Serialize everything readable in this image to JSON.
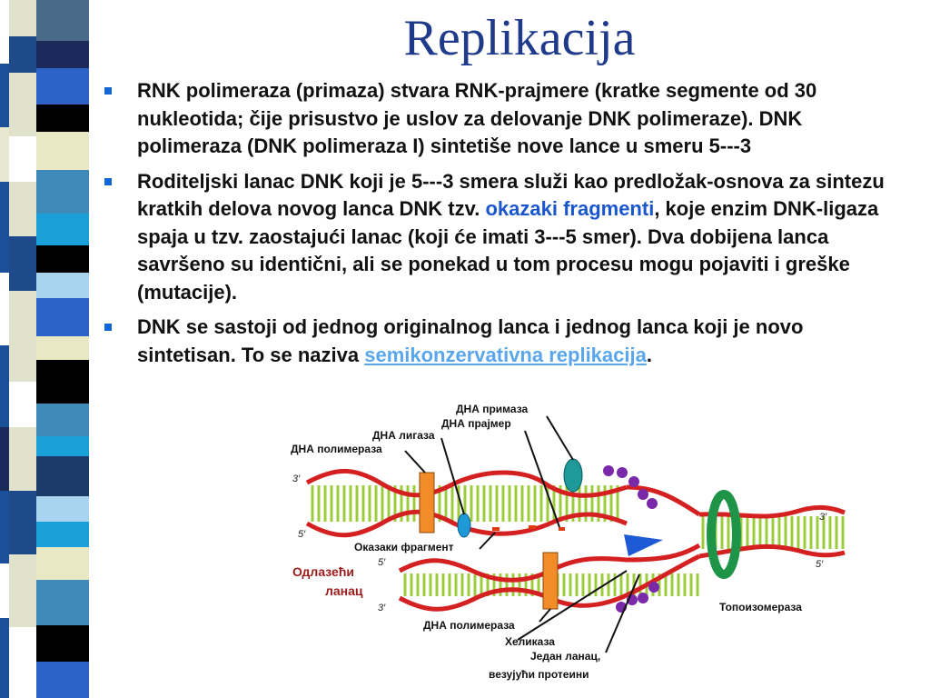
{
  "slide": {
    "title": "Replikacija",
    "colors": {
      "title": "#1f3a8a",
      "bullet_marker": "#1566d8",
      "term": "#1a56cc",
      "link": "#5aa6ea"
    }
  },
  "bullets": [
    {
      "text": "RNK polimeraza (primaza) stvara RNK-prajmere (kratke segmente od 30 nukleotida; čije prisustvo je uslov za delovanje DNK polimeraze). DNK polimeraza (DNK polimeraza I) sintetiše nove lance u smeru 5---3"
    },
    {
      "text_before": "Roditeljski lanac DNK koji je 5---3 smera služi kao predložak-osnova za sintezu kratkih delova novog lanca DNK tzv. ",
      "term": "okazaki fragmenti",
      "text_after": ", koje enzim DNK-ligaza spaja u tzv. zaostajući lanac (koji će imati 3---5 smer). Dva dobijena lanca savršeno su identični, ali se ponekad u tom procesu mogu pojaviti i greške (mutacije)."
    },
    {
      "text_before": "DNK se sastoji od jednog originalnog lanca i jednog lanca koji je novo sintetisan. To se naziva ",
      "link": "semikonzervativna replikacija",
      "text_after": "."
    }
  ],
  "diagram": {
    "labels": {
      "primase": "ДНА примаза",
      "primer": "ДНА прајмер",
      "ligase": "ДНА лигаза",
      "polymerase_top": "ДНА полимераза",
      "okazaki": "Оказаки фрагмент",
      "lagging_1": "Одлазећи",
      "lagging_2": "ланац",
      "polymerase_bottom": "ДНА полимераза",
      "helicase": "Хеликаза",
      "ssb_1": "Један ланац,",
      "ssb_2": "везујући протеини",
      "topoisomerase": "Топоизомераза"
    },
    "ends": {
      "top_left_3": "3′",
      "top_left_5": "5′",
      "right_3": "3′",
      "right_5": "5′",
      "bottom_5": "5′",
      "bottom_3": "3′"
    },
    "colors": {
      "backbone": "#d42020",
      "rung": "#9ccc3c",
      "polymerase": "#f28c28",
      "primase": "#1e9a9a",
      "topoisomerase": "#1e9448",
      "helicase": "#1e5ad6",
      "ssb": "#7a2aa8"
    }
  }
}
